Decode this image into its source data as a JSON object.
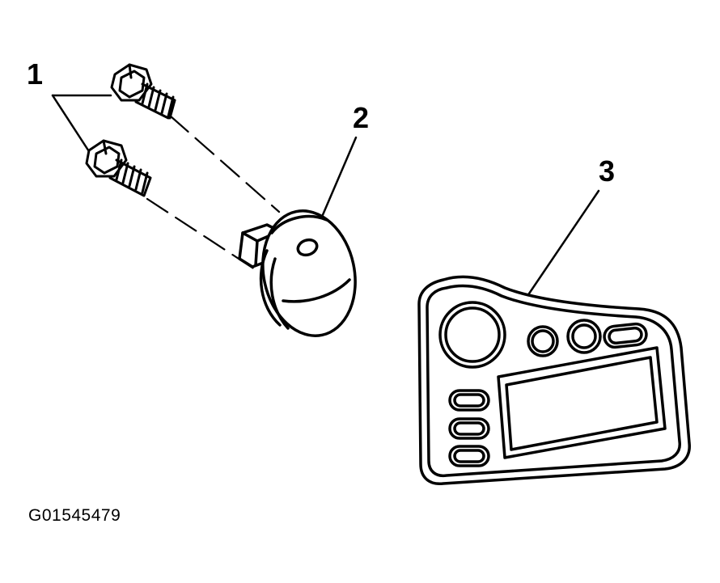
{
  "callouts": {
    "c1": "1",
    "c2": "2",
    "c3": "3"
  },
  "figure_id": "G01545479",
  "colors": {
    "line": "#000000",
    "background": "#ffffff",
    "fill": "#ffffff"
  },
  "parts": [
    {
      "id": "1",
      "icon": "bolt-icon",
      "count": 2
    },
    {
      "id": "2",
      "icon": "knob-icon",
      "count": 1
    },
    {
      "id": "3",
      "icon": "bezel-panel-icon",
      "count": 1
    }
  ]
}
